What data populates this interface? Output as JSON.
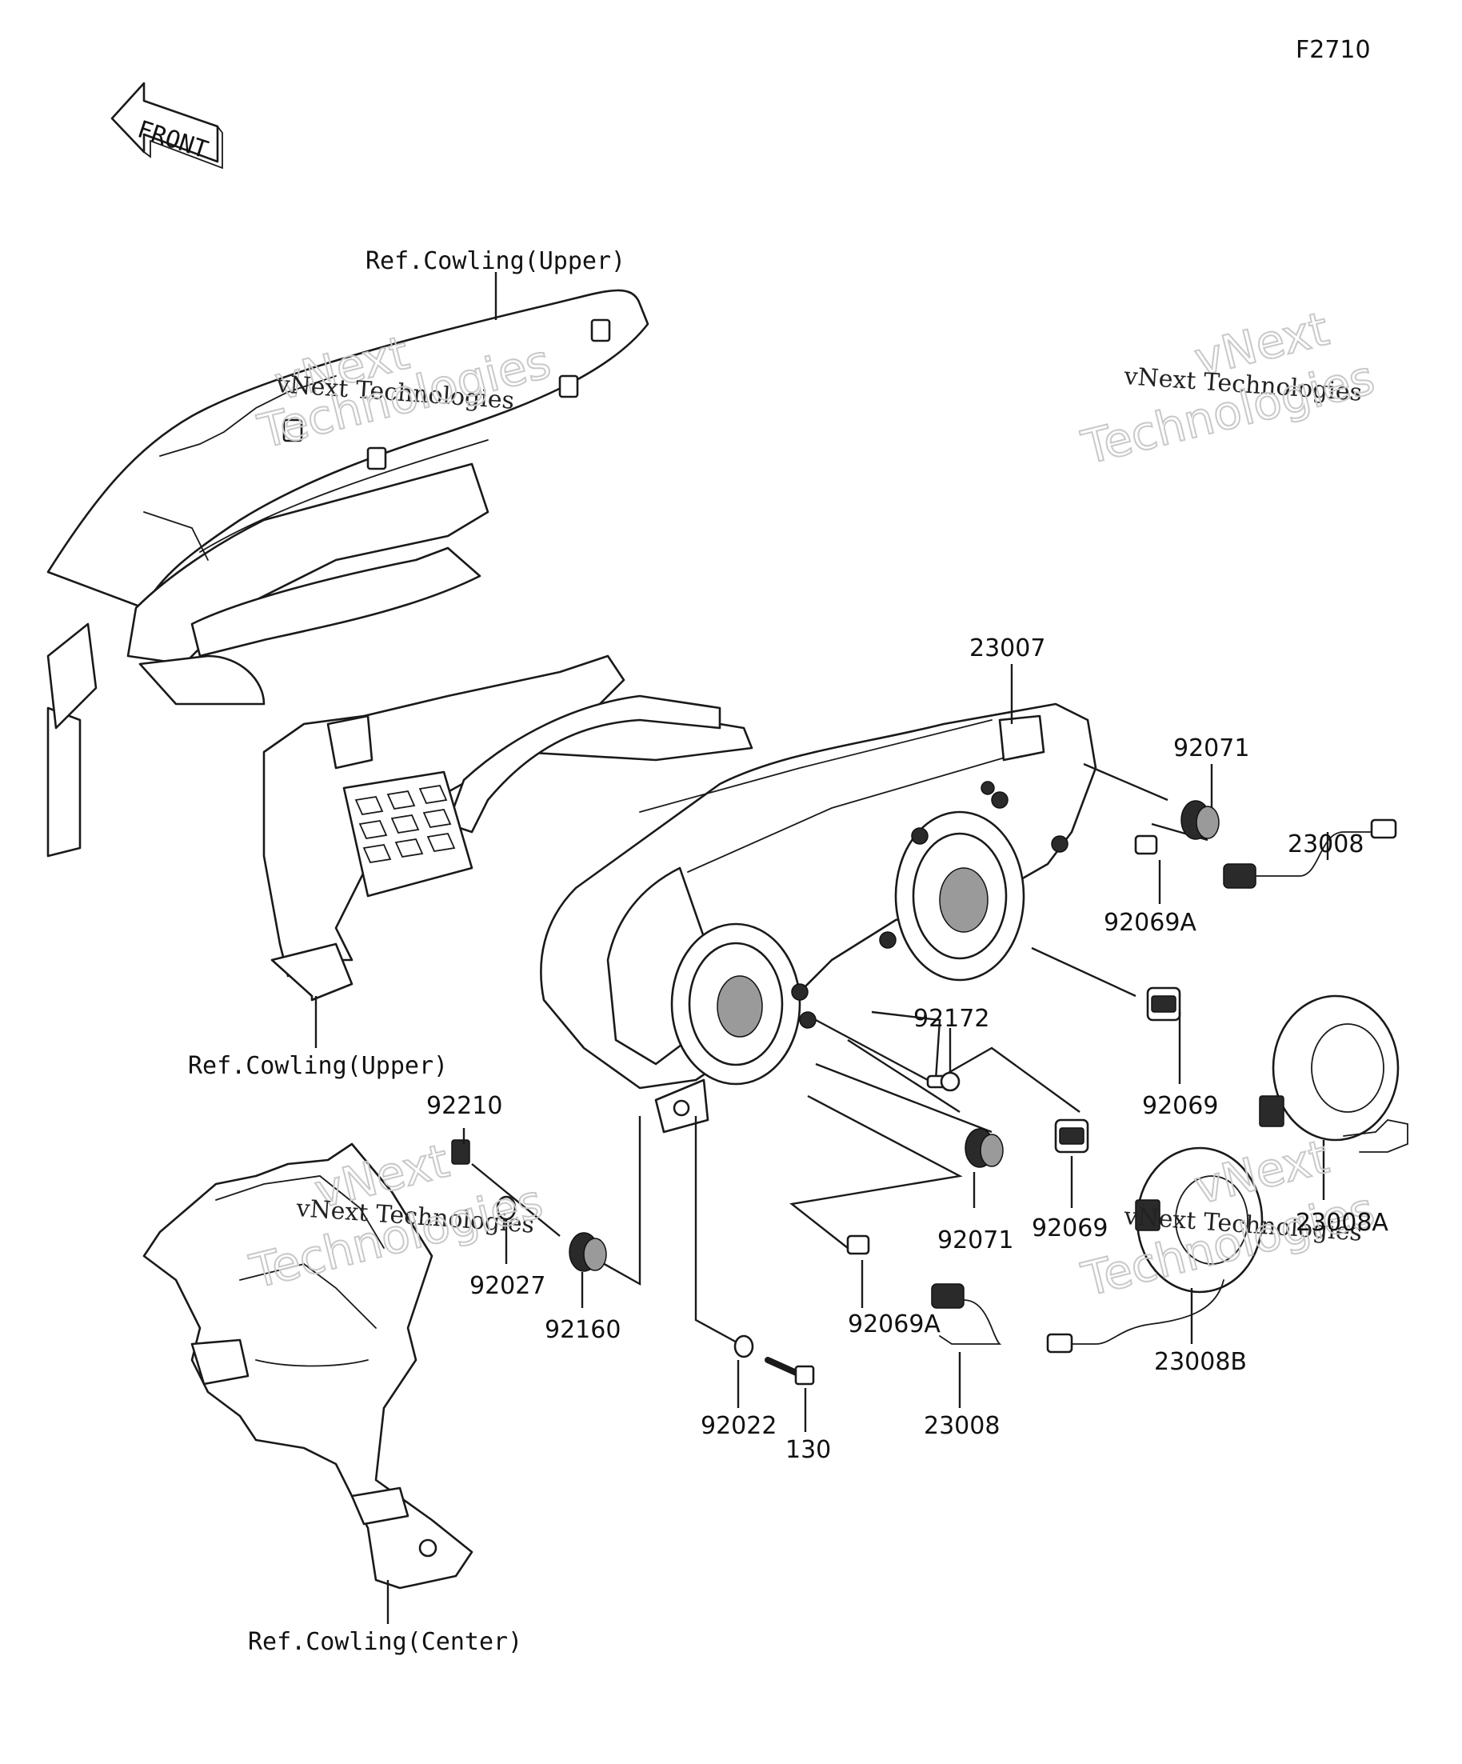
{
  "diagram": {
    "figure_code": "F2710",
    "front_label": "FRONT",
    "watermark": {
      "line1": "vNext Technologies",
      "big1": "vNext",
      "big2": "Technologies"
    },
    "refs": {
      "cowling_upper_top": "Ref.Cowling(Upper)",
      "cowling_upper_mid": "Ref.Cowling(Upper)",
      "cowling_center": "Ref.Cowling(Center)"
    },
    "parts": {
      "p23007": "23007",
      "p92071_a": "92071",
      "p23008_a": "23008",
      "p92069A_a": "92069A",
      "p92172": "92172",
      "p92069_a": "92069",
      "p23008A": "23008A",
      "p92210": "92210",
      "p92027": "92027",
      "p92160": "92160",
      "p92071_b": "92071",
      "p92069_b": "92069",
      "p92069A_b": "92069A",
      "p23008B": "23008B",
      "p92022": "92022",
      "p130": "130",
      "p23008_b": "23008"
    }
  }
}
